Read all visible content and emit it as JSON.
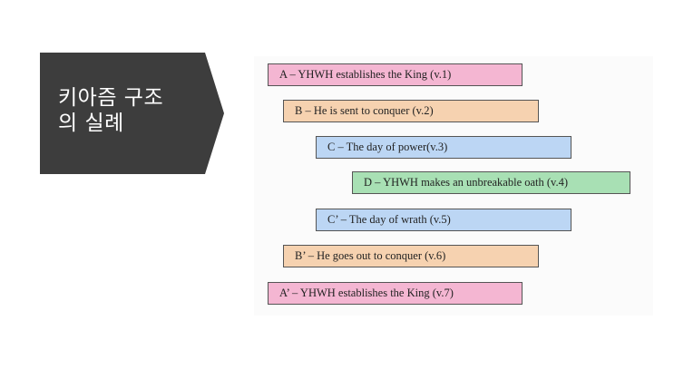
{
  "title": {
    "line1": "키아즘 구조",
    "line2": "의 실례"
  },
  "colors": {
    "title_bg": "#3d3d3d",
    "title_text": "#ffffff",
    "pink": "#f4b6d2",
    "orange": "#f6d2b0",
    "blue": "#bcd6f4",
    "green": "#a8e0b4",
    "border": "#555555"
  },
  "chiasm": [
    {
      "label": "A – YHWH establishes  the King  (v.1)",
      "color": "pink",
      "level": 0
    },
    {
      "label": "B – He is sent to conquer (v.2)",
      "color": "orange",
      "level": 1
    },
    {
      "label": "C – The day of power(v.3)",
      "color": "blue",
      "level": 2
    },
    {
      "label": "D – YHWH makes an unbreakable oath (v.4)",
      "color": "green",
      "level": 3
    },
    {
      "label": "C’ – The day of wrath (v.5)",
      "color": "blue",
      "level": 2
    },
    {
      "label": "B’ – He goes out to conquer (v.6)",
      "color": "orange",
      "level": 1
    },
    {
      "label": "A’ – YHWH establishes  the King  (v.7)",
      "color": "pink",
      "level": 0
    }
  ]
}
